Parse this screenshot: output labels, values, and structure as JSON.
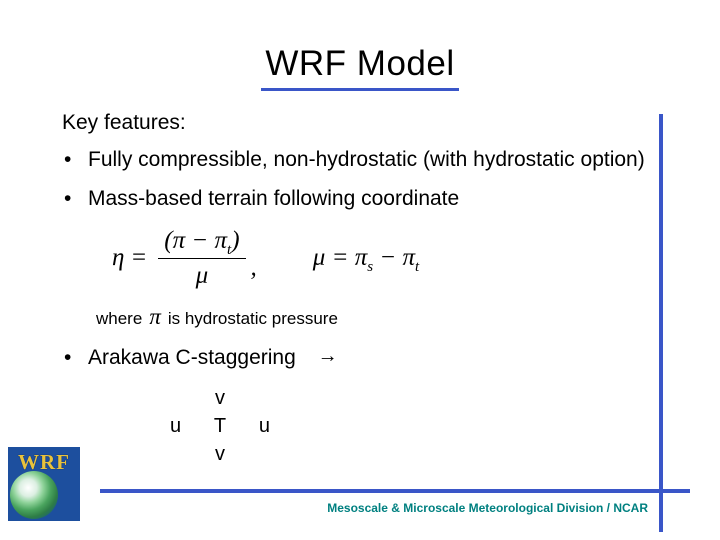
{
  "slide": {
    "title": "WRF Model"
  },
  "body": {
    "intro": "Key features:",
    "bullet_char": "•",
    "bullets": {
      "b1": "Fully compressible, non-hydrostatic (with hydrostatic option)",
      "b2": "Mass-based terrain following coordinate",
      "b3": "Arakawa C-staggering",
      "b3_arrow": "→"
    },
    "equation": {
      "eta": "η",
      "equals": "=",
      "open_paren": "(",
      "pi": "π",
      "minus": "−",
      "sub_t": "t",
      "sub_s": "s",
      "close_paren": ")",
      "mu": "μ",
      "comma": ","
    },
    "where": {
      "pre": "where",
      "pi": "π",
      "post": "is hydrostatic pressure"
    },
    "cgrid": {
      "v_top": "v",
      "u_left": "u",
      "t": "T",
      "u_right": "u",
      "v_bottom": "v"
    }
  },
  "footer": {
    "text": "Mesoscale & Microscale Meteorological Division / NCAR"
  },
  "logo": {
    "text": "WRF"
  },
  "colors": {
    "accent_blue": "#3a56c8",
    "footer_teal": "#008080",
    "logo_bg": "#1d4f9e",
    "logo_gold": "#e8c23c"
  }
}
